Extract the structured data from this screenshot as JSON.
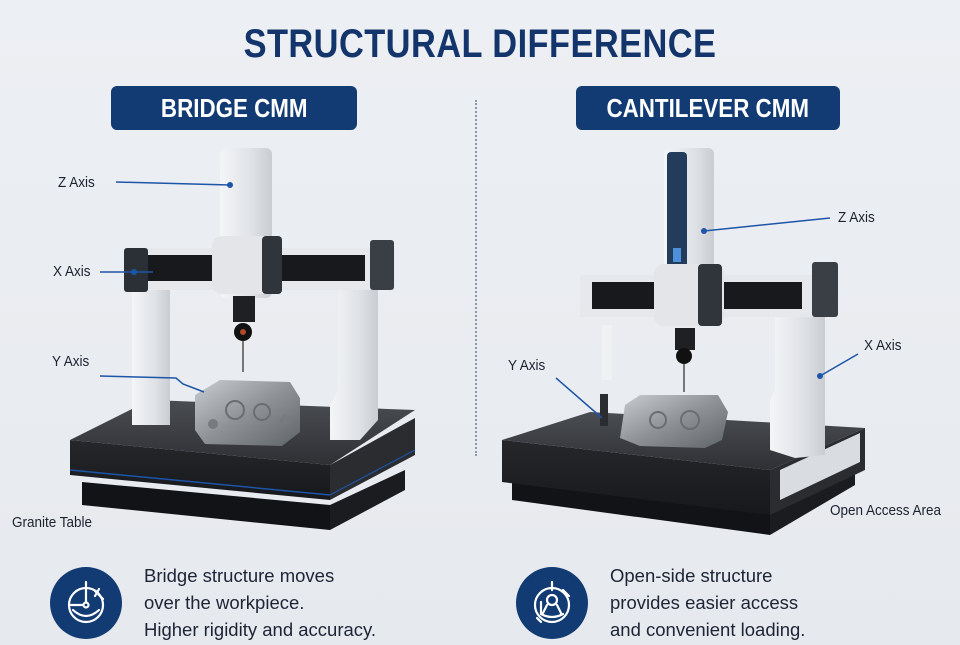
{
  "title": "STRUCTURAL DIFFERENCE",
  "colors": {
    "navy": "#123a73",
    "title": "#13356b",
    "callout_line": "#1d55a8",
    "background": "#eceff3"
  },
  "bridge": {
    "badge": "BRIDGE CMM",
    "labels": {
      "z_axis": "Z Axis",
      "x_axis": "X Axis",
      "y_axis": "Y Axis",
      "granite_table": "Granite Table"
    },
    "icon": "bridge-structure-icon",
    "description": [
      "Bridge structure moves",
      "over the workpiece.",
      "Higher rigidity and accuracy."
    ]
  },
  "cantilever": {
    "badge": "CANTILEVER CMM",
    "labels": {
      "z_axis": "Z Axis",
      "x_axis": "X Axis",
      "y_axis": "Y Axis",
      "open_access": "Open Access Area"
    },
    "icon": "open-access-structure-icon",
    "description": [
      "Open-side structure",
      "provides easier access",
      "and convenient loading."
    ]
  }
}
